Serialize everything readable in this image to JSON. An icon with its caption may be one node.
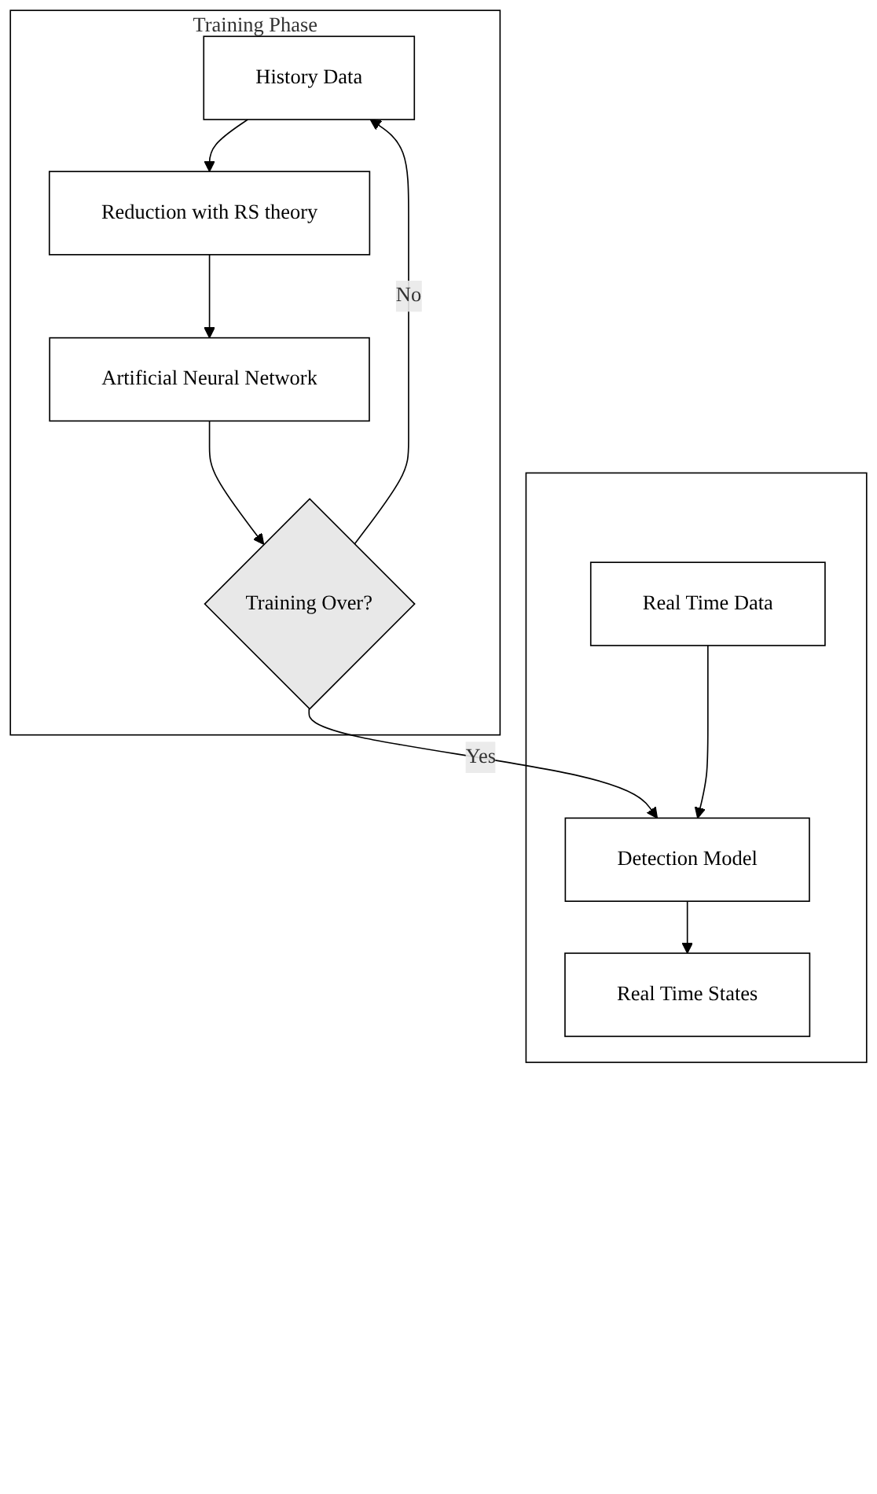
{
  "diagram": {
    "nodes": [
      {
        "text": [
          "Training Phase"
        ]
      },
      {
        "text": [
          "History Data"
        ],
        "in": 0
      },
      {
        "text": [
          "Reduction with RS theory"
        ],
        "in": 0
      },
      {
        "text": [
          "Artificial Neural Network"
        ],
        "in": 0
      },
      {
        "text": [
          "Training Over?"
        ],
        "in": 0
      },
      {
        "text": [],
        "shape": "box"
      },
      {
        "text": [
          "Detection Model"
        ],
        "in": 5
      },
      {
        "text": [
          "Real Time Data"
        ],
        "in": 5
      },
      {
        "text": [
          "Real Time States"
        ],
        "in": 5
      }
    ],
    "edges": [
      {
        "from": 1,
        "to": 2,
        "arrow": "to"
      },
      {
        "from": 2,
        "to": 3,
        "arrow": "to"
      },
      {
        "from": 3,
        "to": 4,
        "arrow": "to"
      },
      {
        "from": 4,
        "to": 1,
        "label": "No",
        "arrow": "to"
      },
      {
        "from": 4,
        "to": 6,
        "label": "Yes",
        "arrow": "to"
      },
      {
        "from": 7,
        "to": 6,
        "arrow": "to"
      },
      {
        "from": 6,
        "to": 8,
        "arrow": "to"
      }
    ]
  }
}
